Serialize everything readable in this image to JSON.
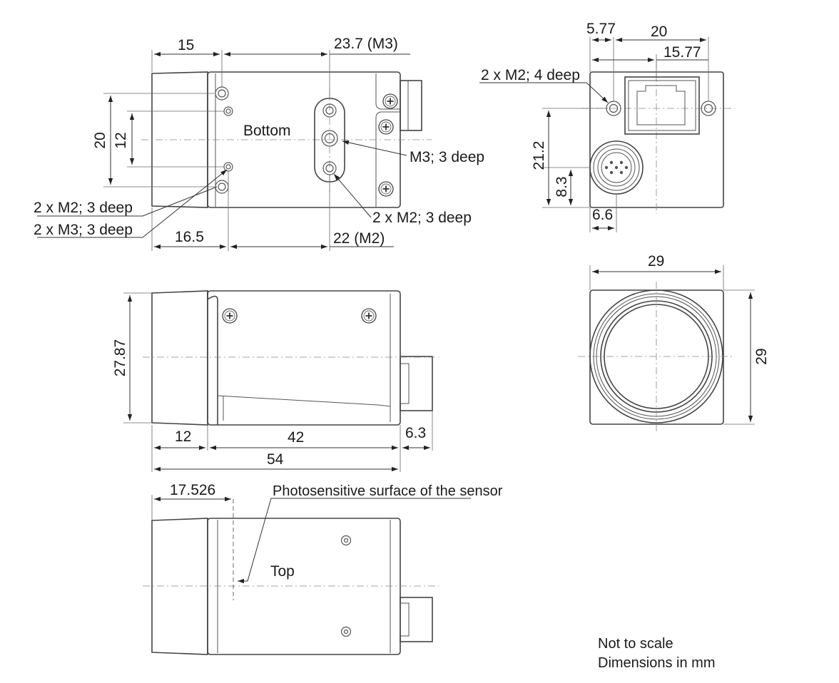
{
  "views": {
    "bottom": {
      "title": "Bottom",
      "dims": {
        "d15": "15",
        "d23_7": "23.7 (M3)",
        "d20": "20",
        "d12": "12",
        "d16_5": "16.5",
        "d22": "22 (M2)"
      },
      "callouts": {
        "m3_center": "M3; 3 deep",
        "m2_right": "2 x M2; 3 deep",
        "m2_left": "2 x M2; 3 deep",
        "m3_left": "2 x M3; 3 deep"
      }
    },
    "back": {
      "dims": {
        "d5_77": "5.77",
        "d20": "20",
        "d15_77": "15.77",
        "d21_2": "21.2",
        "d8_3": "8.3",
        "d6_6": "6.6"
      },
      "callouts": {
        "m2_top": "2 x M2; 4 deep"
      }
    },
    "side": {
      "dims": {
        "d27_87": "27.87",
        "d12": "12",
        "d42": "42",
        "d6_3": "6.3",
        "d54": "54"
      }
    },
    "front": {
      "dims": {
        "d29_w": "29",
        "d29_h": "29"
      }
    },
    "top": {
      "title": "Top",
      "dims": {
        "d17_526": "17.526"
      },
      "callouts": {
        "sensor": "Photosensitive surface of the sensor"
      }
    }
  },
  "notes": {
    "scale": "Not to scale",
    "units": "Dimensions in mm"
  }
}
